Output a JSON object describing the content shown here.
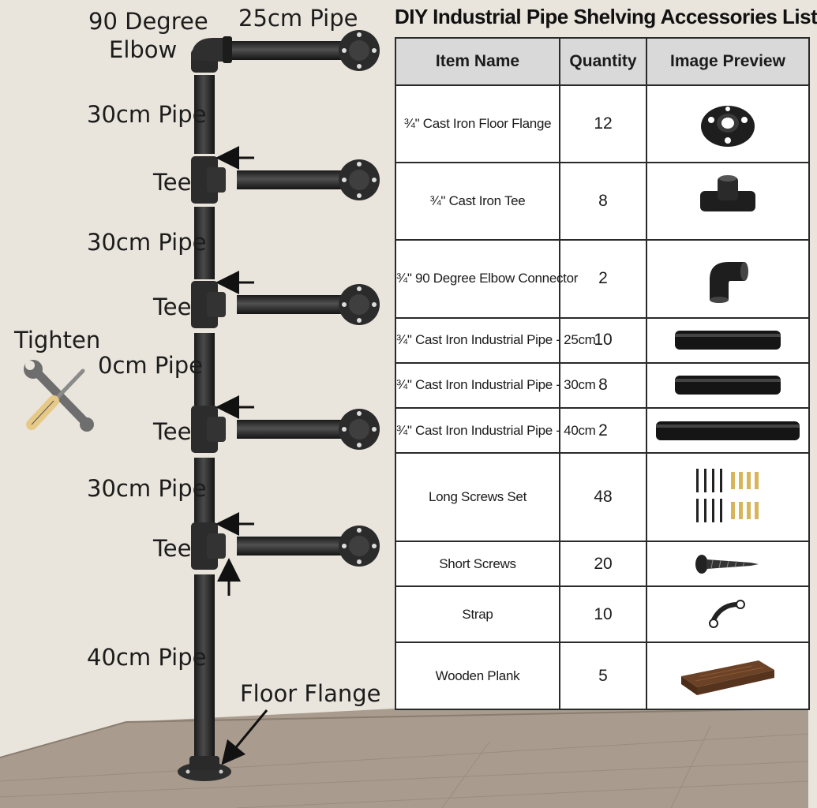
{
  "diagram": {
    "labels": {
      "elbow_line1": "90 Degree",
      "elbow_line2": "Elbow",
      "top_pipe": "25cm Pipe",
      "pipe_30_a": "30cm Pipe",
      "tee_1": "Tee",
      "pipe_30_b": "30cm Pipe",
      "tee_2": "Tee",
      "tighten": "Tighten",
      "pipe_partial": "0cm Pipe",
      "tee_3": "Tee",
      "pipe_30_c": "30cm Pipe",
      "tee_4": "Tee",
      "pipe_40": "40cm Pipe",
      "floor_flange": "Floor Flange"
    },
    "icons": [
      "wrench-icon",
      "screwdriver-icon",
      "arrow-left-icon",
      "arrow-up-icon",
      "arrow-diagonal-icon"
    ]
  },
  "table": {
    "title": "DIY Industrial Pipe Shelving Accessories List",
    "headers": [
      "Item Name",
      "Quantity",
      "Image Preview"
    ],
    "rows": [
      {
        "name": "¾\" Cast Iron Floor Flange",
        "qty": "12",
        "preview": "flange-icon"
      },
      {
        "name": "¾\" Cast Iron Tee",
        "qty": "8",
        "preview": "tee-fitting-icon"
      },
      {
        "name": "¾\" 90 Degree Elbow Connector",
        "qty": "2",
        "preview": "elbow-fitting-icon"
      },
      {
        "name": "¾\" Cast Iron Industrial Pipe - 25cm",
        "qty": "10",
        "preview": "pipe-icon"
      },
      {
        "name": "¾\" Cast Iron Industrial Pipe - 30cm",
        "qty": "8",
        "preview": "pipe-icon"
      },
      {
        "name": "¾\" Cast Iron Industrial Pipe - 40cm",
        "qty": "2",
        "preview": "pipe-long-icon"
      },
      {
        "name": "Long Screws Set",
        "qty": "48",
        "preview": "screws-set-icon"
      },
      {
        "name": "Short Screws",
        "qty": "20",
        "preview": "screw-icon"
      },
      {
        "name": "Strap",
        "qty": "10",
        "preview": "strap-icon"
      },
      {
        "name": "Wooden Plank",
        "qty": "5",
        "preview": "wooden-plank-icon"
      }
    ]
  },
  "colors": {
    "pipe": "#2b2b2b",
    "wall": "#e9e5dc",
    "floor": "#a89a8c",
    "handle": "#e6c987"
  }
}
